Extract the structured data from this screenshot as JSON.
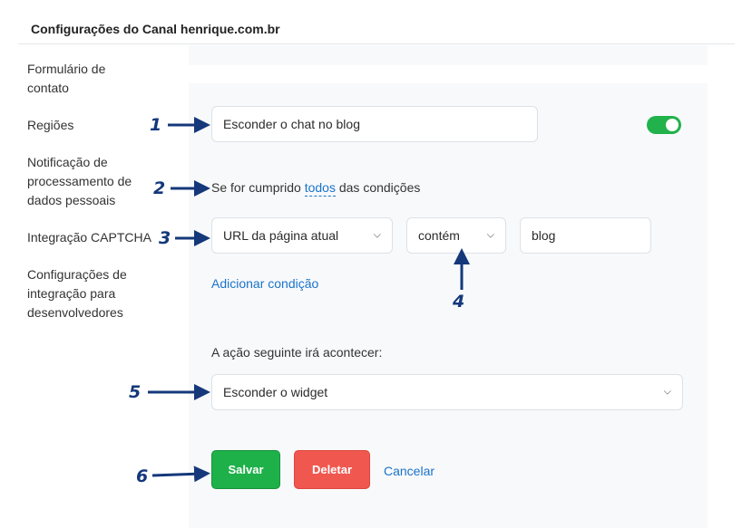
{
  "header": {
    "title": "Configurações do Canal henrique.com.br"
  },
  "sidebar": {
    "items": [
      {
        "label": "Formulário de contato"
      },
      {
        "label": "Regiões"
      },
      {
        "label": "Notificação de processamento de dados pessoais"
      },
      {
        "label": "Integração CAPTCHA"
      },
      {
        "label": "Configurações de integração para desenvolvedores"
      }
    ]
  },
  "rule": {
    "name_value": "Esconder o chat no blog",
    "enabled": true,
    "condition_prefix": "Se for cumprido",
    "condition_mode": "todos",
    "condition_suffix": "das condições",
    "condition": {
      "field": "URL da página atual",
      "operator": "contém",
      "value": "blog"
    },
    "add_condition_label": "Adicionar condição",
    "action_label": "A ação seguinte irá acontecer:",
    "action_value": "Esconder o widget"
  },
  "buttons": {
    "save": "Salvar",
    "delete": "Deletar",
    "cancel": "Cancelar"
  },
  "annotations": [
    "1",
    "2",
    "3",
    "4",
    "5",
    "6"
  ],
  "colors": {
    "accent_green": "#21b24b",
    "danger_red": "#f0584f",
    "link_blue": "#1a73c9",
    "annotation_blue": "#14387a"
  }
}
